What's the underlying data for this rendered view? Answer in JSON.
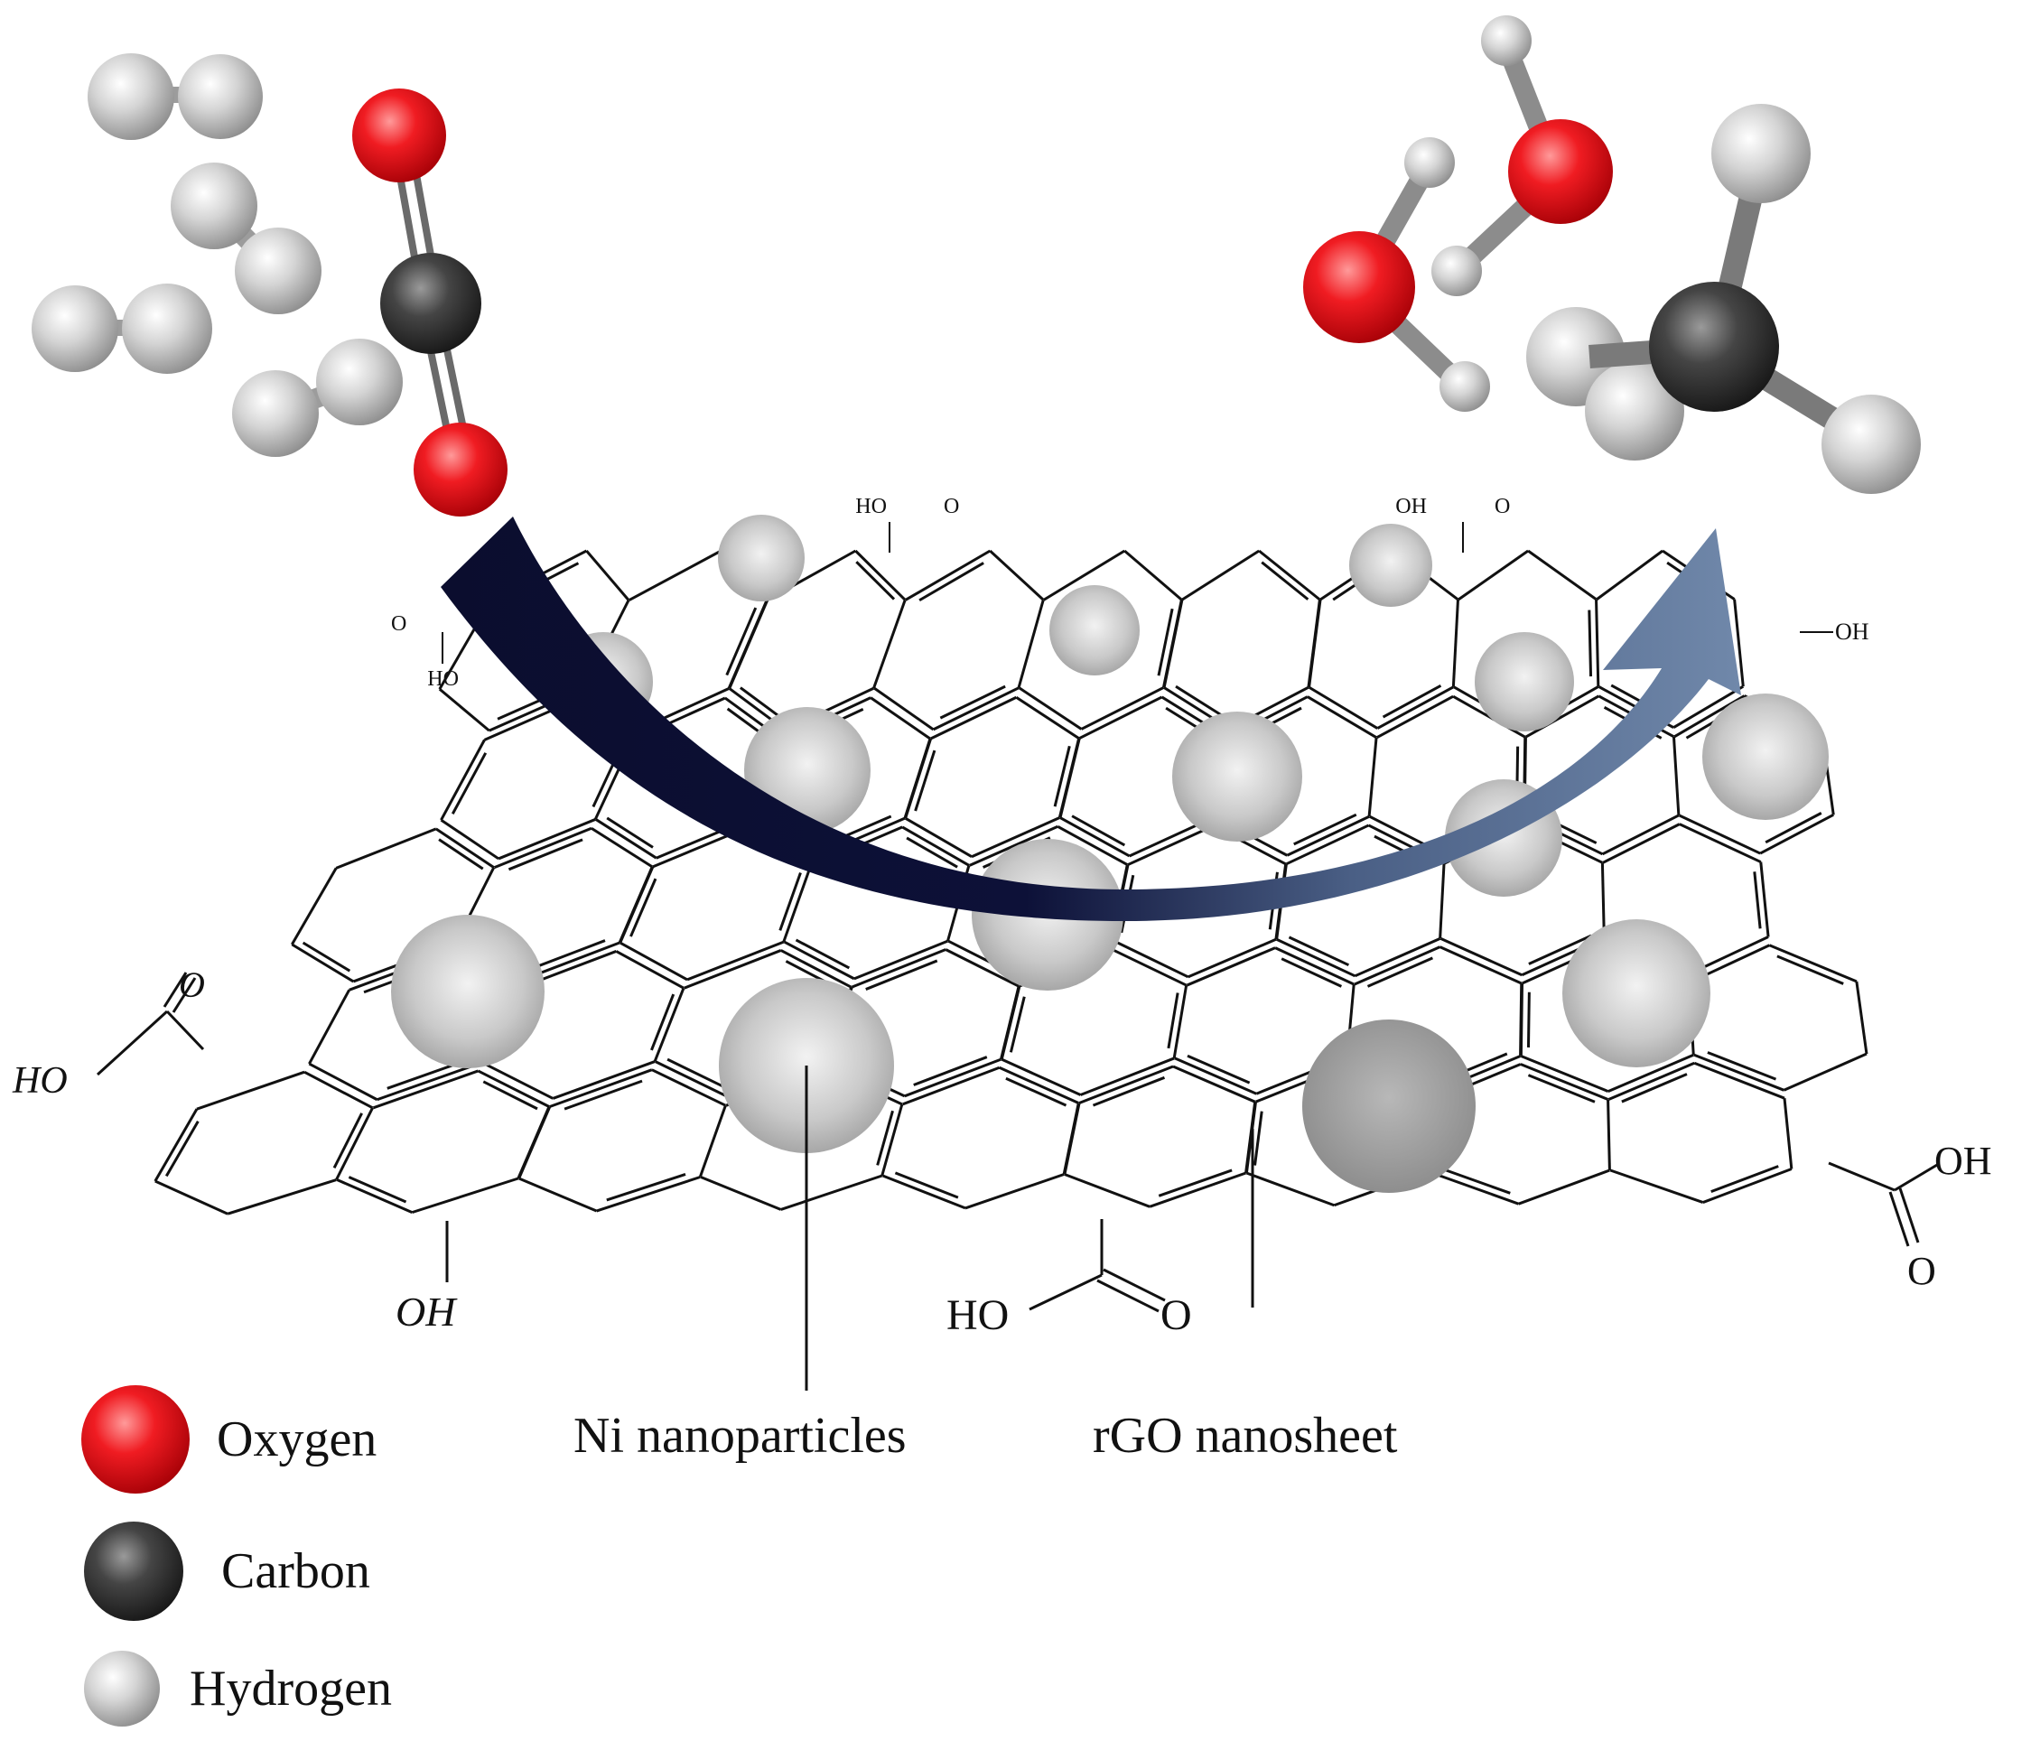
{
  "legend": {
    "oxygen": "Oxygen",
    "carbon": "Carbon",
    "hydrogen": "Hydrogen"
  },
  "callouts": {
    "ni": "Ni nanoparticles",
    "rgo": "rGO nanosheet"
  },
  "groups": {
    "ho_left": "HO",
    "o_left": "O",
    "oh_bottom_left": "OH",
    "ho_bottom": "HO",
    "o_bottom": "O",
    "oh_right": "OH",
    "o_right": "O",
    "oh_small_right": "OH",
    "oh_small_top1": "OH",
    "o_small_top1": "O",
    "ho_small_top2": "HO",
    "o_small_top2": "O",
    "o_small_left": "O",
    "oh_small_left": "OH"
  },
  "colors": {
    "oxygen": "#e8141b",
    "carbon": "#3a3a3a",
    "hydrogen": "#bdbdbd",
    "arrow_start": "#0d0f33",
    "arrow_end": "#6f86a8"
  }
}
